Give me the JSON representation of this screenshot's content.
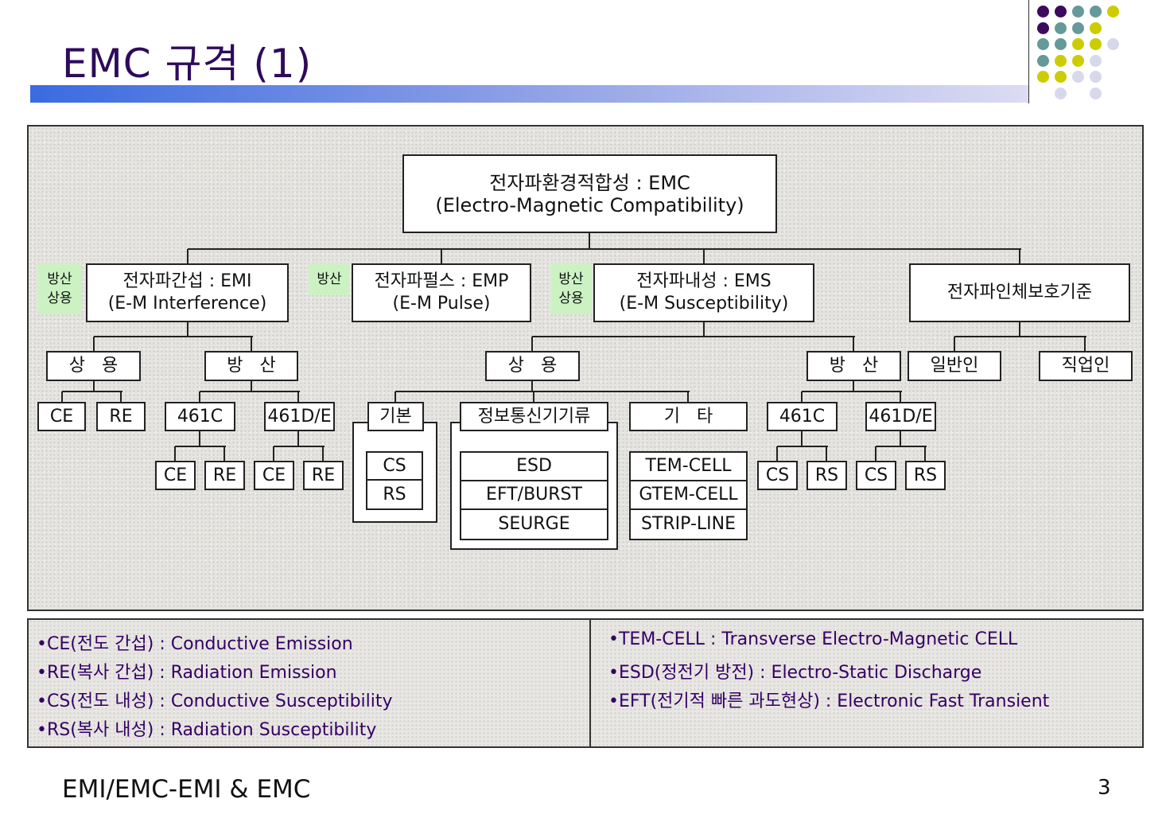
{
  "slide": {
    "title": "EMC 규격 (1)",
    "footer": "EMI/EMC-EMI & EMC",
    "page_number": "3"
  },
  "colors": {
    "title": "#2e0a5c",
    "legend_text": "#330066",
    "tag_bg": "#ccf2c4",
    "dot_purple": "#3d0a5e",
    "dot_teal": "#669999",
    "dot_yellow": "#cccc00",
    "dot_lavender": "#d8d8ec"
  },
  "diagram": {
    "root": "전자파환경적합성 : EMC\n(Electro-Magnetic Compatibility)",
    "emi": {
      "label": "전자파간섭 : EMI\n(E-M Interference)",
      "tag": "방산\n상용",
      "commercial": "상   용",
      "commercial_children": [
        "CE",
        "RE"
      ],
      "military": "방   산",
      "mil_461c": "461C",
      "mil_461de": "461D/E",
      "mil_461c_children": [
        "CE",
        "RE"
      ],
      "mil_461de_children": [
        "CE",
        "RE"
      ]
    },
    "emp": {
      "label": "전자파펄스 : EMP\n(E-M Pulse)",
      "tag": "방산"
    },
    "ems": {
      "label": "전자파내성 : EMS\n(E-M Susceptibility)",
      "tag": "방산\n상용",
      "commercial": "상   용",
      "basic": "기본",
      "basic_items": [
        "CS",
        "RS"
      ],
      "ict": "정보통신기기류",
      "ict_items": [
        "ESD",
        "EFT/BURST",
        "SEURGE"
      ],
      "other": "기   타",
      "other_items": [
        "TEM-CELL",
        "GTEM-CELL",
        "STRIP-LINE"
      ],
      "military": "방   산",
      "mil_461c": "461C",
      "mil_461de": "461D/E",
      "mil_461c_children": [
        "CS",
        "RS"
      ],
      "mil_461de_children": [
        "CS",
        "RS"
      ]
    },
    "human": {
      "label": "전자파인체보호기준",
      "general": "일반인",
      "occupational": "직업인"
    }
  },
  "legend": {
    "left": [
      "•CE(전도 간섭) : Conductive Emission",
      "•RE(복사 간섭) : Radiation Emission",
      "•CS(전도 내성) : Conductive Susceptibility",
      "•RS(복사 내성) : Radiation Susceptibility"
    ],
    "right": [
      "•TEM-CELL : Transverse Electro-Magnetic CELL",
      "•ESD(정전기 방전) : Electro-Static Discharge",
      "•EFT(전기적 빠른 과도현상) : Electronic Fast Transient"
    ]
  }
}
